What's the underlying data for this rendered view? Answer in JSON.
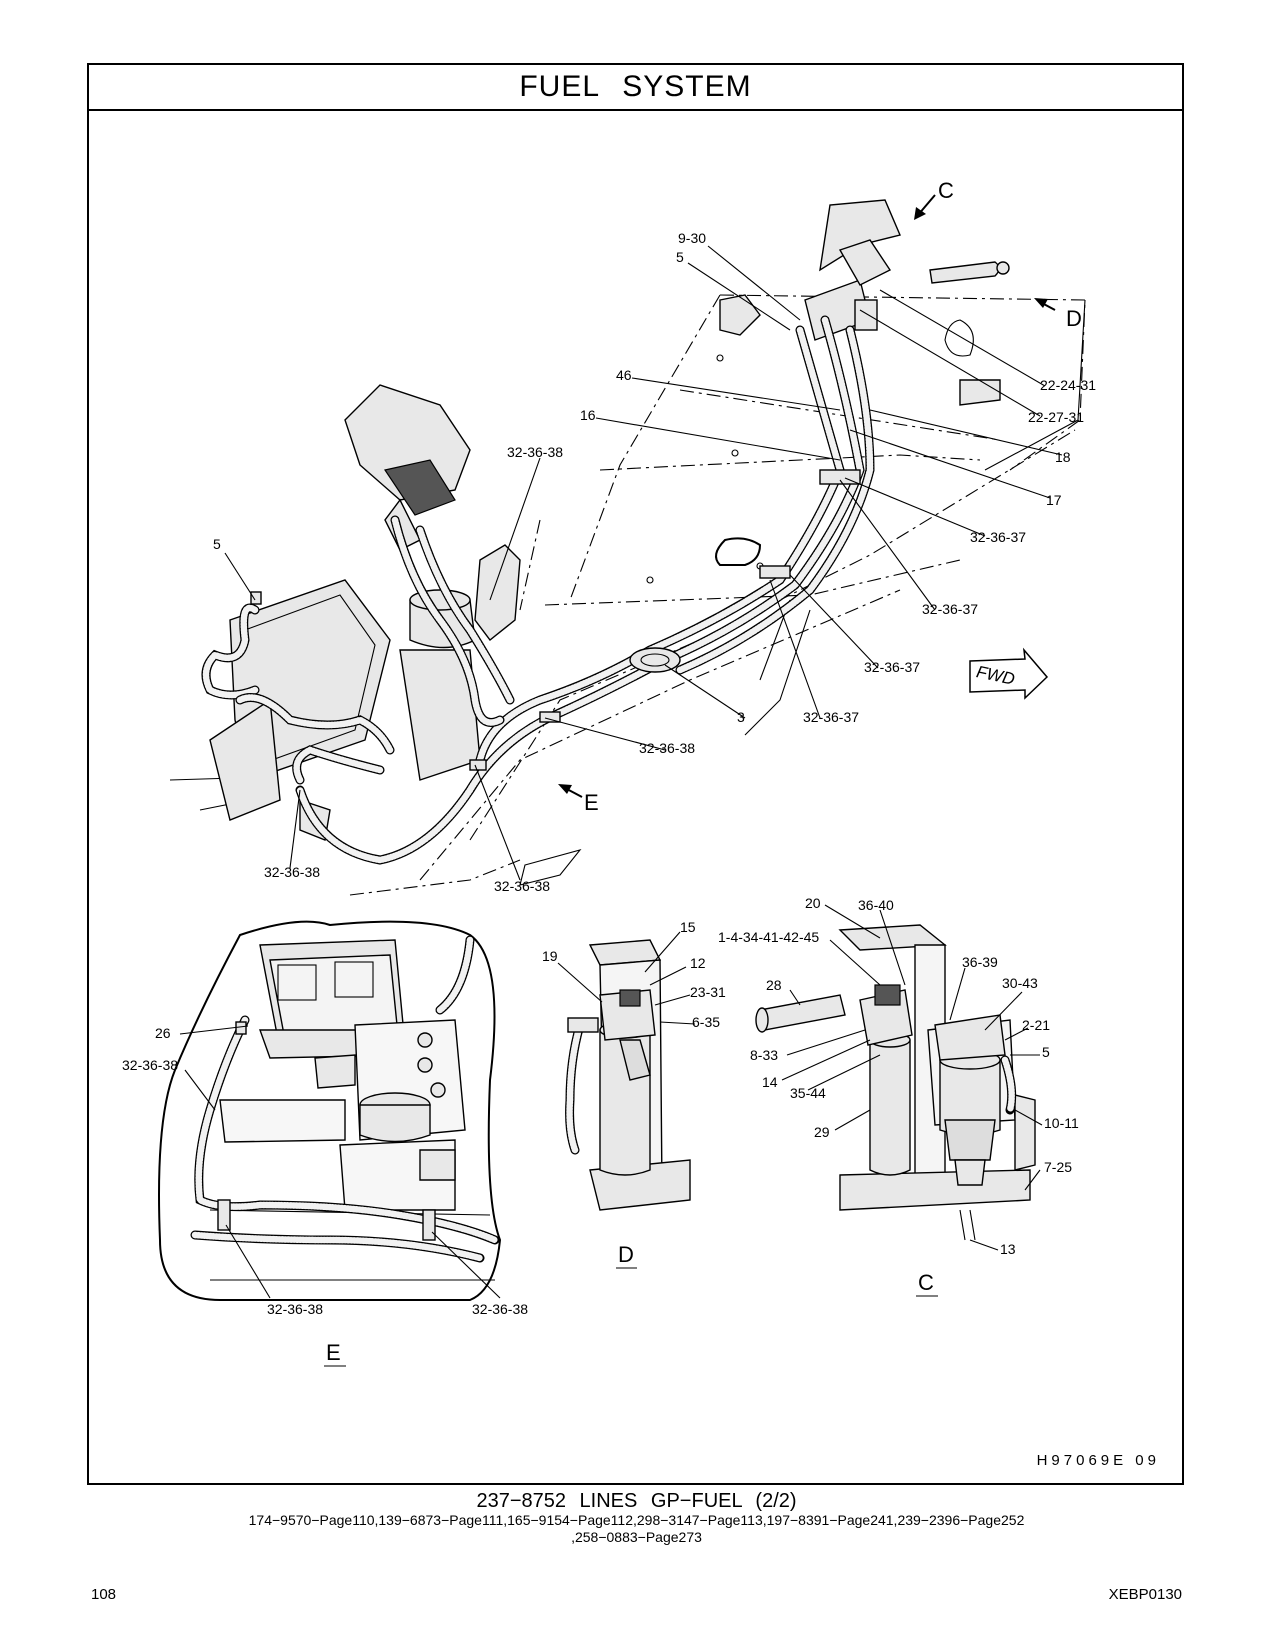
{
  "title": "FUEL   SYSTEM",
  "main_view": {
    "view_arrows": [
      "C",
      "D",
      "E"
    ],
    "fwd_label": "FWD",
    "callouts": [
      "9-30",
      "5",
      "46",
      "16",
      "32-36-38",
      "5",
      "22-24-31",
      "22-27-31",
      "18",
      "17",
      "32-36-37",
      "32-36-37",
      "32-36-37",
      "32-36-37",
      "3",
      "32-36-38",
      "32-36-38",
      "32-36-38"
    ]
  },
  "view_e": {
    "label": "E",
    "callouts": [
      "26",
      "32-36-38",
      "32-36-38",
      "32-36-38"
    ]
  },
  "view_d": {
    "label": "D",
    "callouts": [
      "15",
      "19",
      "12",
      "23-31",
      "6-35"
    ]
  },
  "view_c": {
    "label": "C",
    "callouts": [
      "20",
      "36-40",
      "1-4-34-41-42-45",
      "36-39",
      "28",
      "30-43",
      "2-21",
      "5",
      "8-33",
      "14",
      "35-44",
      "29",
      "10-11",
      "7-25",
      "13"
    ]
  },
  "drawing_code": "H97069E   09",
  "caption": {
    "title": "237−8752   LINES   GP−FUEL (2/2)",
    "refs_line1": "174−9570−Page110,139−6873−Page111,165−9154−Page112,298−3147−Page113,197−8391−Page241,239−2396−Page252",
    "refs_line2": ",258−0883−Page273"
  },
  "page_number": "108",
  "document_code": "XEBP0130"
}
